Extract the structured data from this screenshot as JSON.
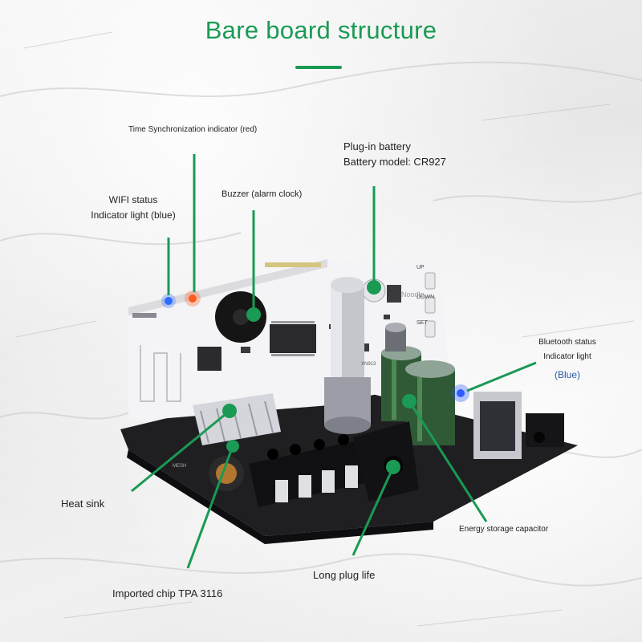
{
  "header": {
    "title": "Bare board structure",
    "accent_color": "#1a9a54"
  },
  "callouts": {
    "time_sync": "Time Synchronization indicator (red)",
    "battery_line1": "Plug-in battery",
    "battery_line2": "Battery model: CR927",
    "wifi_line1": "WIFI status",
    "wifi_line2": "Indicator light (blue)",
    "buzzer": "Buzzer (alarm clock)",
    "bluetooth_line1": "Bluetooth status",
    "bluetooth_line2": "Indicator light",
    "bluetooth_color": "(Blue)",
    "heat_sink": "Heat sink",
    "energy_capacitor": "Energy storage capacitor",
    "long_plug": "Long plug life",
    "chip": "Imported chip TPA 3116"
  },
  "board_text": {
    "up_button": "UP",
    "down_button": "DOWN",
    "set_button": "SET",
    "brand": "Noodle",
    "chip_mark": "XN913",
    "mesh_mark": "MESH"
  },
  "colors": {
    "wifi_led": "#2f6cff",
    "time_led": "#ff5a1e",
    "bluetooth_led": "#2f5bff",
    "pcb_black": "#1f1f22",
    "pcb_white": "#f4f4f6",
    "leader_green": "#1a9a54"
  }
}
